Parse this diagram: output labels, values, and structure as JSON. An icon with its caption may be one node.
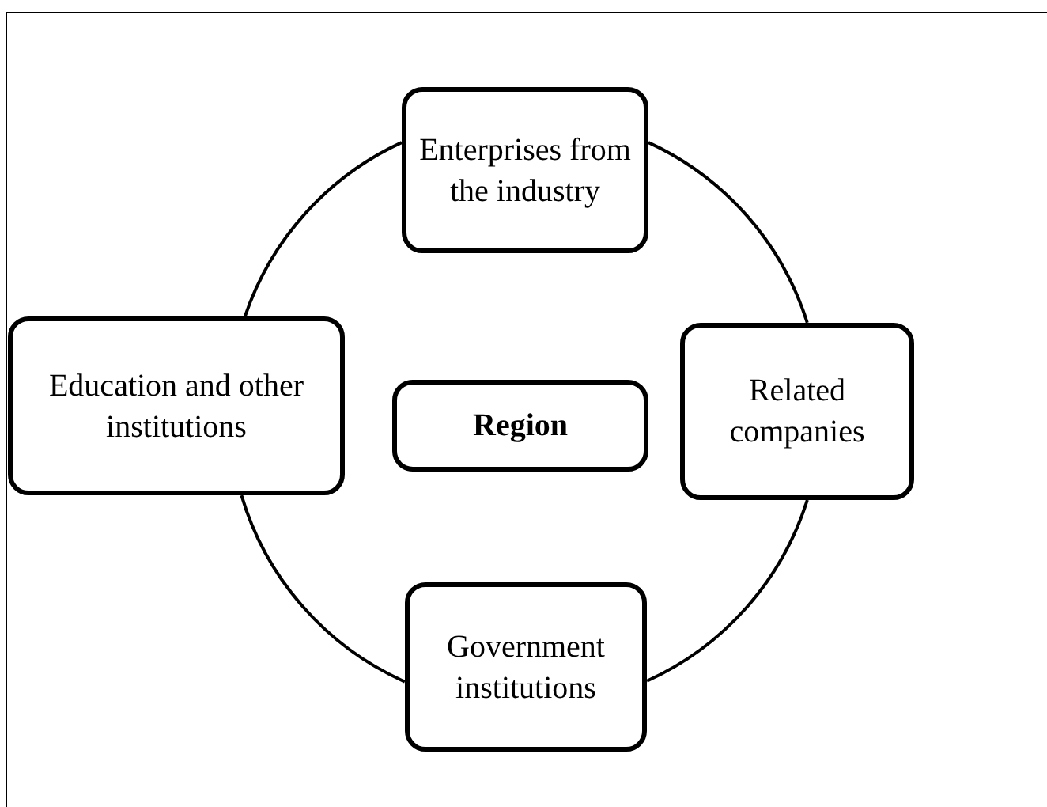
{
  "diagram": {
    "nodes": [
      {
        "text": [
          "Enterprises from the industry"
        ]
      },
      {
        "text": [
          "Related companies"
        ]
      },
      {
        "text": [
          "Education and other institutions"
        ]
      },
      {
        "text": [
          "Region"
        ]
      },
      {
        "text": [
          "Government institutions"
        ]
      }
    ],
    "edges": [
      {
        "from": 0,
        "to": 1,
        "arrow": "none"
      },
      {
        "from": 1,
        "to": 4,
        "arrow": "none"
      },
      {
        "from": 4,
        "to": 2,
        "arrow": "none"
      },
      {
        "from": 2,
        "to": 0,
        "arrow": "none"
      }
    ]
  }
}
